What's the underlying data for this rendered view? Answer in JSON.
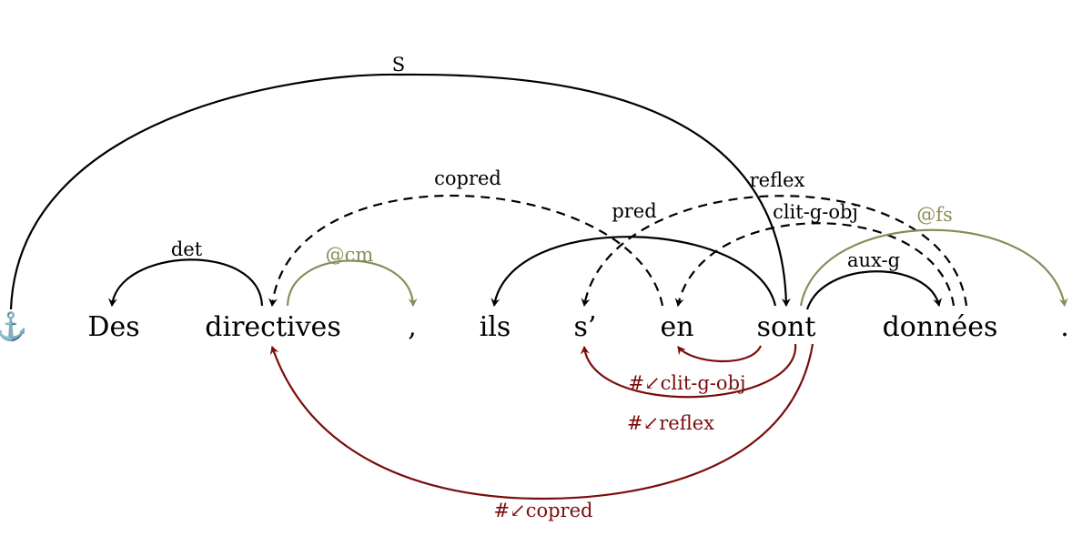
{
  "tokens": [
    {
      "id": "root",
      "text": "⚓"
    },
    {
      "id": "des",
      "text": "Des"
    },
    {
      "id": "directives",
      "text": "directives"
    },
    {
      "id": "comma",
      "text": ","
    },
    {
      "id": "ils",
      "text": "ils"
    },
    {
      "id": "s",
      "text": "s’"
    },
    {
      "id": "en",
      "text": "en"
    },
    {
      "id": "sont",
      "text": "sont"
    },
    {
      "id": "donnees",
      "text": "données"
    },
    {
      "id": "period",
      "text": "."
    }
  ],
  "arcs": [
    {
      "id": "S",
      "label": "S",
      "color": "#000000",
      "style": "solid"
    },
    {
      "id": "det",
      "label": "det",
      "color": "#000000",
      "style": "solid"
    },
    {
      "id": "cm",
      "label": "@cm",
      "color": "#8b8b5a",
      "style": "solid"
    },
    {
      "id": "copred",
      "label": "copred",
      "color": "#000000",
      "style": "dashed"
    },
    {
      "id": "pred",
      "label": "pred",
      "color": "#000000",
      "style": "solid"
    },
    {
      "id": "reflex",
      "label": "reflex",
      "color": "#000000",
      "style": "dashed"
    },
    {
      "id": "clitgobj",
      "label": "clit-g-obj",
      "color": "#000000",
      "style": "dashed"
    },
    {
      "id": "fs",
      "label": "@fs",
      "color": "#8b8b5a",
      "style": "solid"
    },
    {
      "id": "auxg",
      "label": "aux-g",
      "color": "#000000",
      "style": "solid"
    },
    {
      "id": "d_clitgobj",
      "label": "#↙clit-g-obj",
      "color": "#7a0d0d",
      "style": "solid"
    },
    {
      "id": "d_reflex",
      "label": "#↙reflex",
      "color": "#7a0d0d",
      "style": "solid"
    },
    {
      "id": "d_copred",
      "label": "#↙copred",
      "color": "#7a0d0d",
      "style": "solid"
    }
  ]
}
